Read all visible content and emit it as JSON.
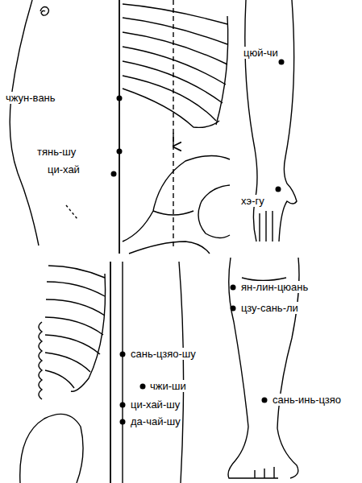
{
  "diagram": {
    "labels": [
      "чжун-вань",
      "тянь-шу",
      "ци-хай",
      "цюй-чи",
      "хэ-гу",
      "сань-цзяо-шу",
      "чжи-ши",
      "ци-хай-шу",
      "да-чай-шу",
      "ян-лин-цюань",
      "цзу-сань-ли",
      "сань-инь-цзяо"
    ]
  }
}
